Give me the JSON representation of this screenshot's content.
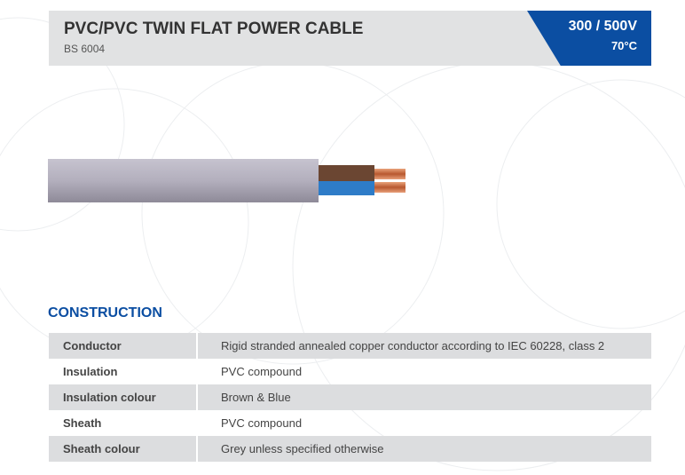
{
  "header": {
    "title": "PVC/PVC TWIN FLAT POWER CABLE",
    "standard": "BS 6004",
    "voltage": "300 / 500V",
    "temperature": "70°C",
    "accent": "#0b4ea2"
  },
  "construction": {
    "heading": "CONSTRUCTION",
    "rows": [
      {
        "label": "Conductor",
        "value": "Rigid stranded annealed copper conductor according to IEC 60228,  class 2"
      },
      {
        "label": "Insulation",
        "value": "PVC compound"
      },
      {
        "label": "Insulation colour",
        "value": "Brown & Blue"
      },
      {
        "label": "Sheath",
        "value": "PVC compound"
      },
      {
        "label": "Sheath colour",
        "value": "Grey unless specified otherwise"
      }
    ]
  }
}
